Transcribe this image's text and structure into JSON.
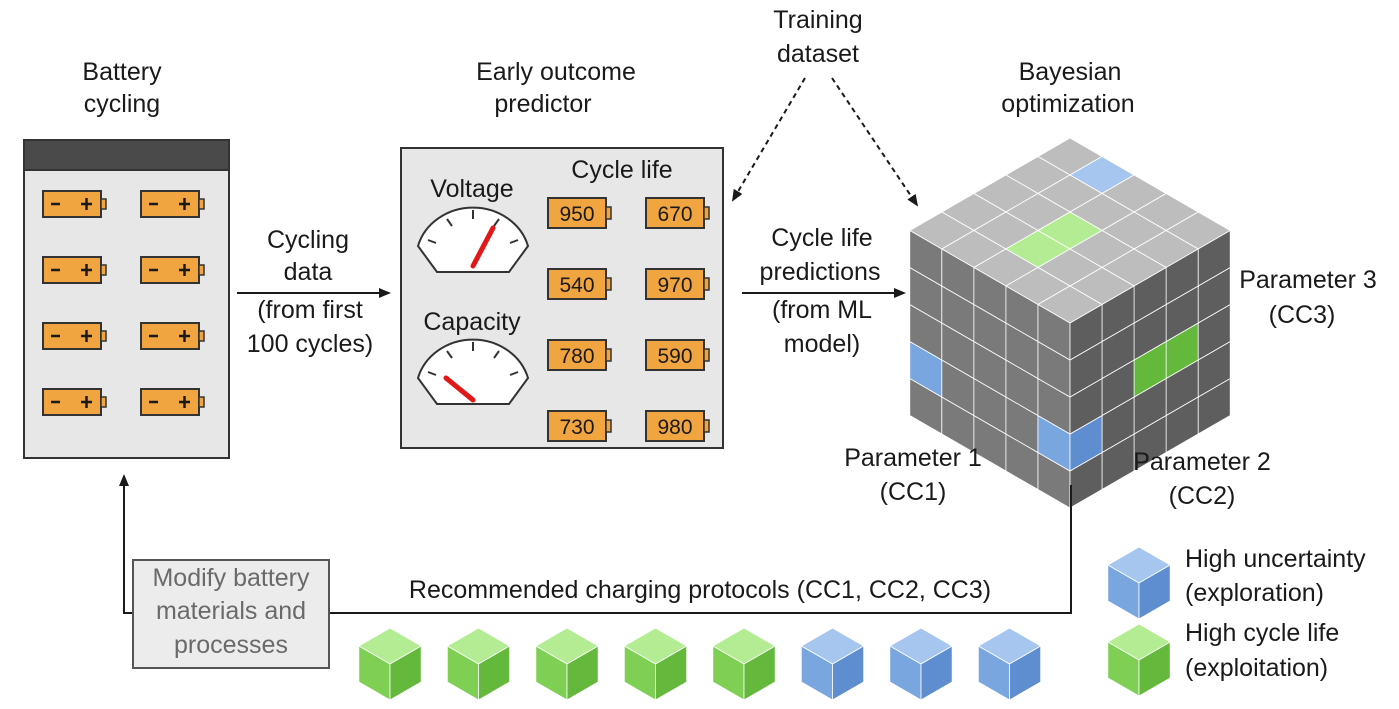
{
  "battery_cycling": {
    "title_line1": "Battery",
    "title_line2": "cycling",
    "cell_count": 8
  },
  "arrow_cycling": {
    "line1": "Cycling",
    "line2": "data",
    "line3": "(from first",
    "line4": "100 cycles)"
  },
  "predictor": {
    "title_line1": "Early outcome",
    "title_line2": "predictor",
    "voltage_label": "Voltage",
    "capacity_label": "Capacity",
    "cycle_life_label": "Cycle life",
    "cycle_life_values": [
      "950",
      "670",
      "540",
      "970",
      "780",
      "590",
      "730",
      "980"
    ]
  },
  "training": {
    "line1": "Training",
    "line2": "dataset"
  },
  "arrow_predictions": {
    "line1": "Cycle life",
    "line2": "predictions",
    "line3": "(from ML",
    "line4": "model)"
  },
  "bayesian": {
    "title_line1": "Bayesian",
    "title_line2": "optimization",
    "param1_line1": "Parameter 1",
    "param1_line2": "(CC1)",
    "param2_line1": "Parameter 2",
    "param2_line2": "(CC2)",
    "param3_line1": "Parameter 3",
    "param3_line2": "(CC3)"
  },
  "modify_box": {
    "line1": "Modify battery",
    "line2": "materials and",
    "line3": "processes"
  },
  "recommended": {
    "label": "Recommended charging protocols (CC1, CC2, CC3)",
    "cubes": [
      "green",
      "green",
      "green",
      "green",
      "green",
      "blue",
      "blue",
      "blue"
    ]
  },
  "legend": {
    "blue_line1": "High uncertainty",
    "blue_line2": "(exploration)",
    "green_line1": "High cycle life",
    "green_line2": "(exploitation)"
  },
  "colors": {
    "orange": "#f0a540",
    "blue": "#7aa6e0",
    "green": "#8fd66a",
    "grey_cube": "#8a8a8a",
    "panel_bg": "#e7e7e7",
    "dark_bar": "#4a4a4a",
    "red_needle": "#e01818"
  }
}
